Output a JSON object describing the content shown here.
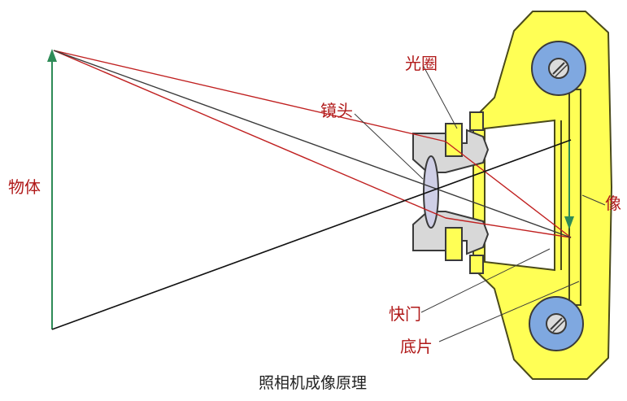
{
  "labels": {
    "object": "物体",
    "aperture": "光圈",
    "lens": "镜头",
    "image": "像",
    "shutter": "快门",
    "film": "底片"
  },
  "caption": "照相机成像原理",
  "colors": {
    "camera_body": "#ffff55",
    "camera_outline": "#4a4a1a",
    "lens_fill": "#cfcfe6",
    "housing_gray": "#d8d8d8",
    "roller_blue": "#7fa8e0",
    "arrow_green": "#2e8b57",
    "ray_red": "#c02020",
    "ray_dark": "#3a3a3a",
    "label_red": "#b01818"
  }
}
